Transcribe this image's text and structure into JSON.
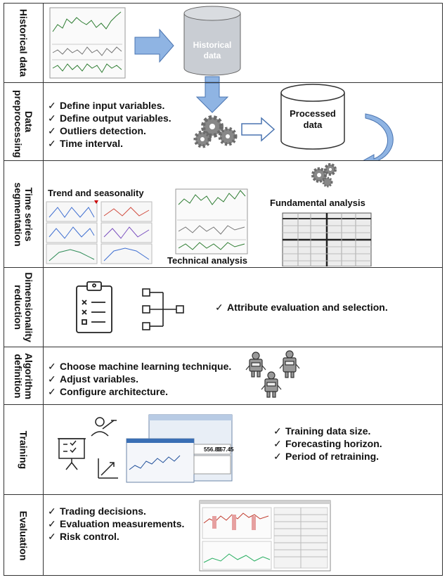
{
  "rows": [
    {
      "label": "Historical data"
    },
    {
      "label": "Data preprocessing"
    },
    {
      "label": "Time series segmentation"
    },
    {
      "label": "Dimensionality reduction"
    },
    {
      "label": "Algorithm definition"
    },
    {
      "label": "Training"
    },
    {
      "label": "Evaluation"
    }
  ],
  "historical": {
    "cylinder_label_1": "Historical",
    "cylinder_label_2": "data"
  },
  "preprocessing": {
    "items": [
      "Define input variables.",
      "Define output variables.",
      "Outliers detection.",
      "Time interval."
    ],
    "cylinder_label_1": "Processed",
    "cylinder_label_2": "data"
  },
  "segmentation": {
    "trend_caption": "Trend and seasonality",
    "technical_caption": "Technical analysis",
    "fundamental_caption": "Fundamental analysis"
  },
  "dimensionality": {
    "items": [
      "Attribute evaluation and selection."
    ]
  },
  "algorithm": {
    "items": [
      "Choose machine learning technique.",
      "Adjust variables.",
      "Configure architecture."
    ]
  },
  "training": {
    "items": [
      "Training data size.",
      "Forecasting horizon.",
      "Period of retraining."
    ],
    "screen_values": [
      "556.85",
      "557.45"
    ]
  },
  "evaluation": {
    "items": [
      "Trading decisions.",
      "Evaluation measurements.",
      "Risk control."
    ]
  },
  "colors": {
    "arrow_blue": "#8fb4e3",
    "arrow_stroke": "#4a74b0",
    "cylinder_gray": "#c9cdd3",
    "gear": "#6b6b6b"
  }
}
